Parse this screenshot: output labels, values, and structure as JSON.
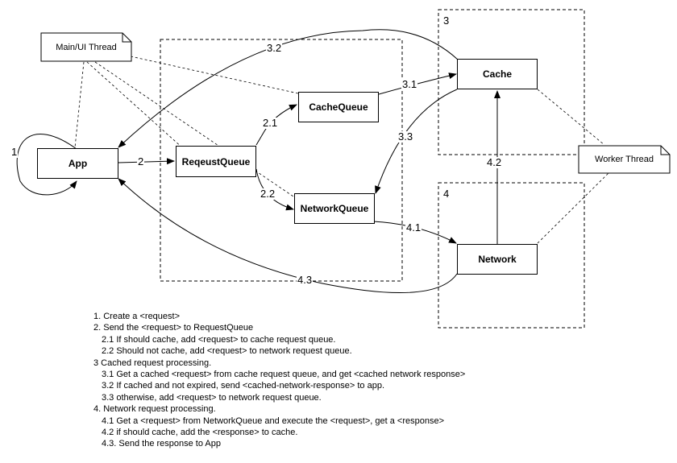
{
  "nodes": {
    "main_thread": "Main/UI Thread",
    "worker_thread": "Worker Thread",
    "app": "App",
    "request_queue": "ReqeustQueue",
    "cache_queue": "CacheQueue",
    "network_queue": "NetworkQueue",
    "cache": "Cache",
    "network": "Network"
  },
  "zones": {
    "cache_zone": "3",
    "network_zone": "4"
  },
  "edges": {
    "e1": "1",
    "e2": "2",
    "e21": "2.1",
    "e22": "2.2",
    "e31": "3.1",
    "e32": "3.2",
    "e33": "3.3",
    "e41": "4.1",
    "e42": "4.2",
    "e43": "4.3"
  },
  "legend": [
    {
      "text": "1. Create a <request>",
      "indent": false
    },
    {
      "text": "2. Send the <request> to RequestQueue",
      "indent": false
    },
    {
      "text": "2.1 If should cache, add <request> to cache request queue.",
      "indent": true
    },
    {
      "text": "2.2 Should not cache, add <request> to network request queue.",
      "indent": true
    },
    {
      "text": "3 Cached request processing.",
      "indent": false
    },
    {
      "text": "3.1 Get a cached <request> from cache request queue, and  get <cached network response>",
      "indent": true
    },
    {
      "text": "3.2 If cached and not expired, send <cached-network-response> to app.",
      "indent": true
    },
    {
      "text": "3.3 otherwise, add <request> to network request queue.",
      "indent": true
    },
    {
      "text": "4. Network request processing.",
      "indent": false
    },
    {
      "text": "4.1 Get a <request> from NetworkQueue and execute the <request>, get a <response>",
      "indent": true
    },
    {
      "text": "4.2 if should cache, add the <response> to cache.",
      "indent": true
    },
    {
      "text": "4.3. Send the response to App",
      "indent": true
    }
  ]
}
